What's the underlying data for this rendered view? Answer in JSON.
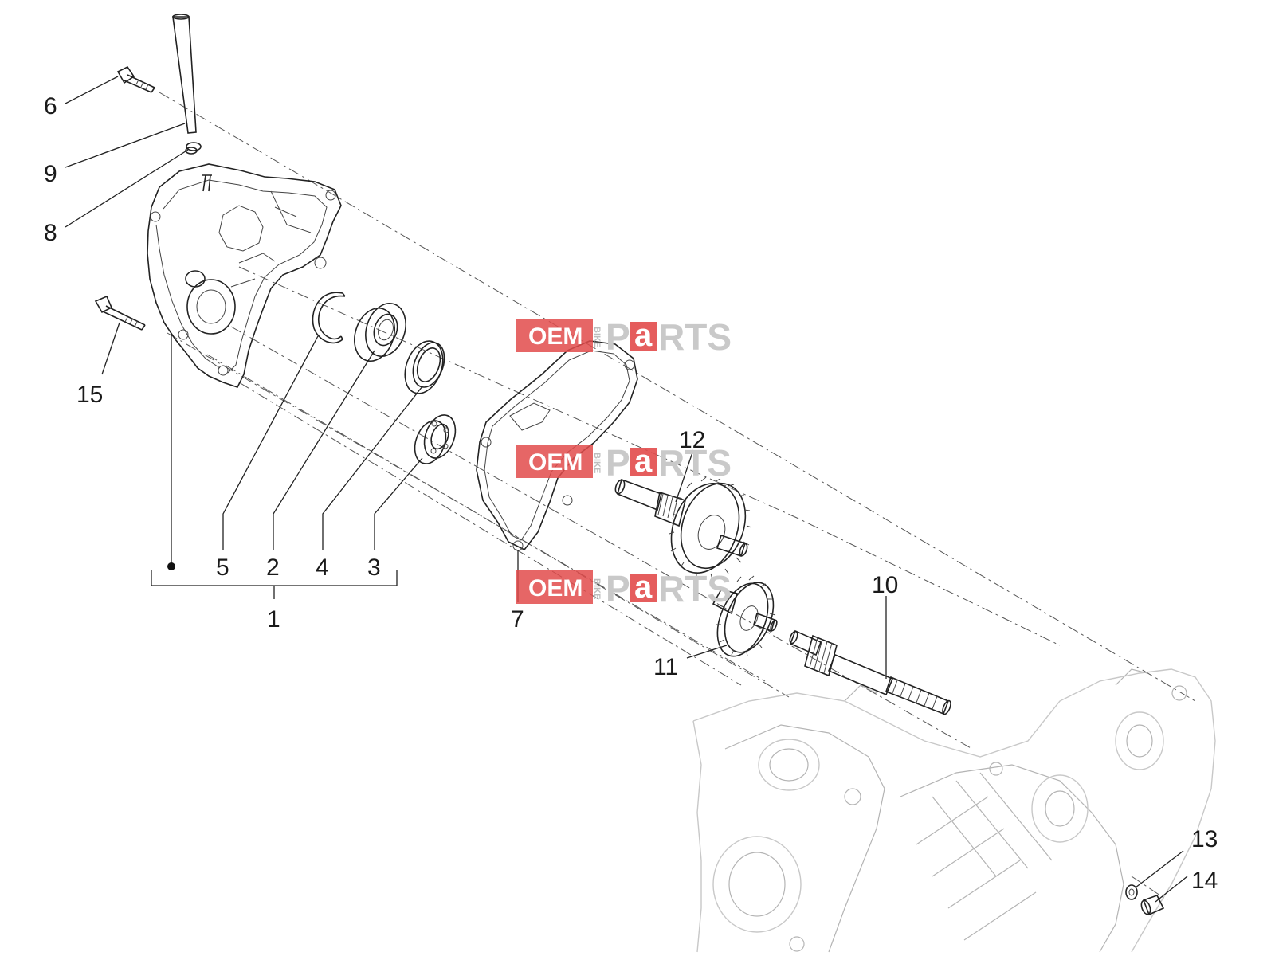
{
  "diagram": {
    "callouts": [
      {
        "id": "6",
        "text": "6"
      },
      {
        "id": "9",
        "text": "9"
      },
      {
        "id": "8",
        "text": "8"
      },
      {
        "id": "15",
        "text": "15"
      },
      {
        "id": "5",
        "text": "5"
      },
      {
        "id": "2",
        "text": "2"
      },
      {
        "id": "4",
        "text": "4"
      },
      {
        "id": "3",
        "text": "3"
      },
      {
        "id": "1",
        "text": "1"
      },
      {
        "id": "7",
        "text": "7"
      },
      {
        "id": "12",
        "text": "12"
      },
      {
        "id": "10",
        "text": "10"
      },
      {
        "id": "11",
        "text": "11"
      },
      {
        "id": "13",
        "text": "13"
      },
      {
        "id": "14",
        "text": "14"
      }
    ]
  },
  "watermark": {
    "oem": "OEM",
    "bike": "BIKE",
    "p": "P",
    "a": "a",
    "rts": "RTS",
    "accent": "#e24b4b",
    "count": 3
  },
  "colors": {
    "line": "#222222",
    "ghost": "#c8c8c8",
    "background": "#ffffff"
  }
}
